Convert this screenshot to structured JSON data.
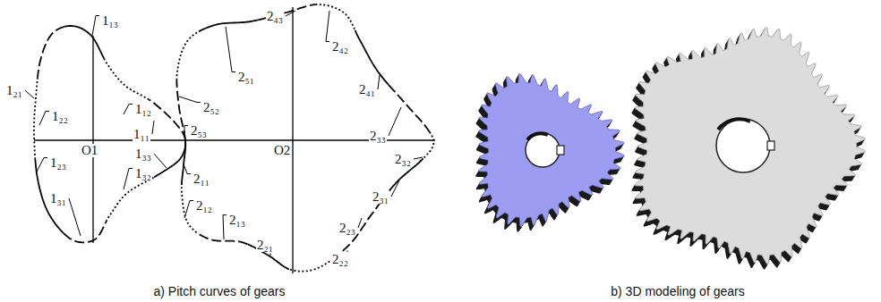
{
  "diagram": {
    "labels": [
      "1₁₃",
      "1₁₂",
      "1₂₁",
      "1₂₂",
      "1₁₁",
      "2₅₃",
      "1₂₃",
      "1₃₃",
      "1₃₂",
      "1₃₁",
      "O1",
      "O2",
      "2₁₁",
      "2₅₂",
      "2₅₁",
      "2₄₃",
      "2₄₂",
      "2₄₁",
      "2₃₃",
      "2₃₂",
      "2₃₁",
      "2₂₃",
      "2₂₂",
      "2₂₁",
      "2₁₃",
      "2₁₂",
      "a) Pitch curves of gears",
      "b) 3D modeling of gears"
    ]
  }
}
